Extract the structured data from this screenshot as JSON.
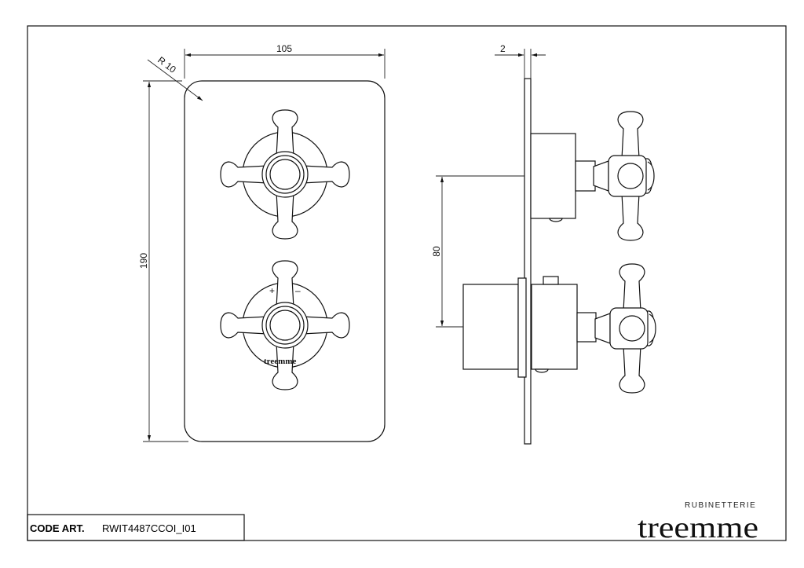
{
  "dimensions": {
    "width": "105",
    "height": "190",
    "radius": "R 10",
    "plate_thickness": "2",
    "handle_spacing": "80"
  },
  "escutcheon": {
    "plus": "+",
    "minus": "–",
    "logo": "treemme"
  },
  "title_block": {
    "code_label": "CODE ART.",
    "code_value": "RWIT4487CCOI_I01",
    "brand_sub": "RUBINETTERIE",
    "brand": "treemme"
  }
}
